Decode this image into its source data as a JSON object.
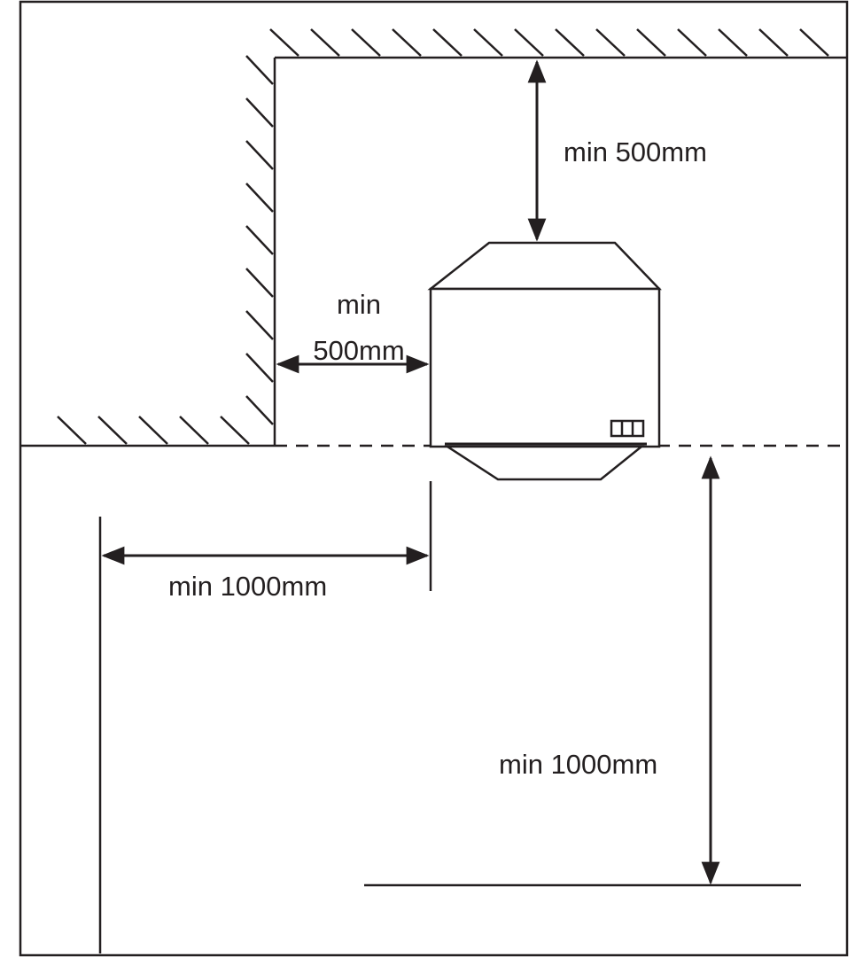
{
  "colors": {
    "line": "#231f20",
    "background": "#ffffff"
  },
  "labels": {
    "top_clearance": "min 500mm",
    "side_clearance_line1": "min",
    "side_clearance_line2": "500mm",
    "front_clearance": "min 1000mm",
    "below_clearance": "min 1000mm"
  }
}
